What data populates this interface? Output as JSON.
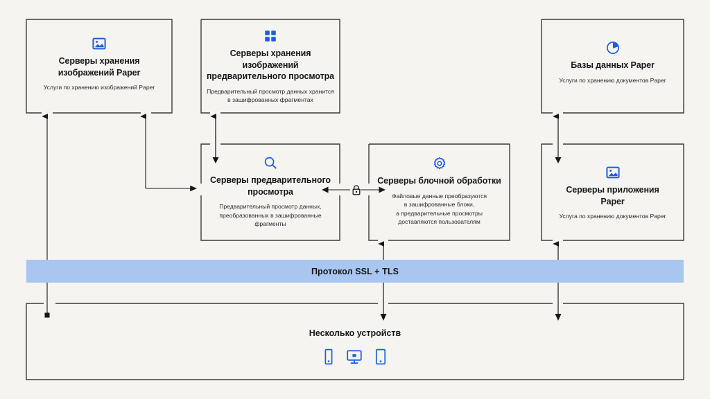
{
  "diagram": {
    "title": "Paper service architecture",
    "background_color": "#F5F4F0",
    "accent_color": "#1A5FE0",
    "band_color": "#A8C6F0",
    "line_color": "#3A3A38"
  },
  "nodes": [
    {
      "id": "image-storage-servers",
      "icon": "image-icon",
      "title": "Серверы хранения изображений Paper",
      "title_lines": [
        "Серверы хранения",
        "изображений Paper"
      ],
      "desc": "Услуги по хранению изображений Paper",
      "desc_lines": [
        "Услуги по хранению изображений Paper"
      ]
    },
    {
      "id": "preview-image-storage-servers",
      "icon": "grid-icon",
      "title": "Серверы хранения изображений предварительного просмотра",
      "title_lines": [
        "Серверы хранения",
        "изображений",
        "предварительного просмотра"
      ],
      "desc": "Предварительный просмотр данных хранится в зашифрованных фрагментах",
      "desc_lines": [
        "Предварительный просмотр данных хранится",
        "в зашифрованных фрагментах"
      ]
    },
    {
      "id": "paper-databases",
      "icon": "pie-chart-icon",
      "title": "Базы данных Paper",
      "title_lines": [
        "Базы данных Paper"
      ],
      "desc": "Услуги по хранению документов Paper",
      "desc_lines": [
        "Услуги по хранению документов Paper"
      ]
    },
    {
      "id": "preview-servers",
      "icon": "search-icon",
      "title": "Серверы предварительного просмотра",
      "title_lines": [
        "Серверы предварительного",
        "просмотра"
      ],
      "desc": "Предварительный просмотр данных, преобразованных в зашифрованные фрагменты",
      "desc_lines": [
        "Предварительный просмотр данных,",
        "преобразованных в зашифрованные",
        "фрагменты"
      ]
    },
    {
      "id": "block-processing-servers",
      "icon": "gear-icon",
      "title": "Серверы блочной обработки",
      "title_lines": [
        "Серверы блочной обработки"
      ],
      "desc": "Файловые данные преобразуются в зашифрованные блоки, а предварительные просмотры доставляются пользователям",
      "desc_lines": [
        "Файловые данные преобразуются",
        "в зашифрованные блоки,",
        "а предварительные просмотры",
        "доставляются пользователям"
      ]
    },
    {
      "id": "paper-application-servers",
      "icon": "image-icon",
      "title": "Серверы приложения Paper",
      "title_lines": [
        "Серверы приложения",
        "Paper"
      ],
      "desc": "Услуга по хранению документов Paper",
      "desc_lines": [
        "Услуга по хранению документов Paper"
      ]
    }
  ],
  "band": {
    "label": "Протокол SSL + TLS"
  },
  "devices": {
    "title": "Несколько устройств",
    "icons": [
      "phone-icon",
      "desktop-icon",
      "tablet-icon"
    ]
  },
  "connector_lock": {
    "icon": "lock-icon"
  }
}
